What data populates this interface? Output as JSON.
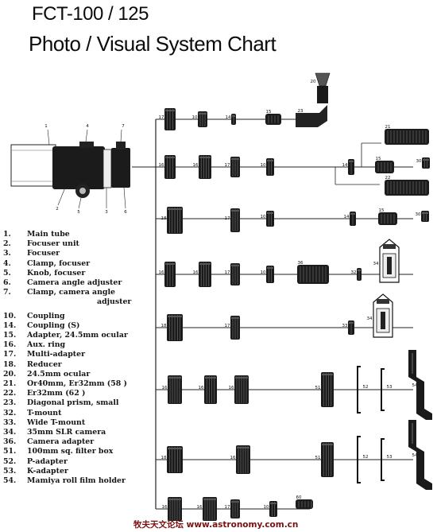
{
  "title_line1": "FCT-100 / 125",
  "title_line2": "Photo / Visual System Chart",
  "watermark": "牧夫天文论坛 www.astronomy.com.cn",
  "legend": [
    {
      "num": "1.",
      "text": "Main tube"
    },
    {
      "num": "2.",
      "text": "Focuser unit"
    },
    {
      "num": "3.",
      "text": "Focuser"
    },
    {
      "num": "4.",
      "text": "Clamp, focuser"
    },
    {
      "num": "5.",
      "text": "Knob, focuser"
    },
    {
      "num": "6.",
      "text": "Camera angle adjuster"
    },
    {
      "num": "7.",
      "text": "Clamp, camera angle"
    },
    {
      "num": "",
      "text": "adjuster",
      "cont": true
    },
    {
      "num": "10.",
      "text": "Coupling",
      "gap": true
    },
    {
      "num": "14.",
      "text": "Coupling (S)"
    },
    {
      "num": "15.",
      "text": "Adapter, 24.5mm ocular"
    },
    {
      "num": "16.",
      "text": "Aux. ring"
    },
    {
      "num": "17.",
      "text": "Multi-adapter"
    },
    {
      "num": "18.",
      "text": "Reducer"
    },
    {
      "num": "20.",
      "text": "24.5mm ocular"
    },
    {
      "num": "21.",
      "text": "Or40mm, Er32mm (58 )"
    },
    {
      "num": "22.",
      "text": "Er32mm (62 )"
    },
    {
      "num": "23.",
      "text": "Diagonal prism, small"
    },
    {
      "num": "32.",
      "text": "T-mount"
    },
    {
      "num": "33.",
      "text": "Wide T-mount"
    },
    {
      "num": "34.",
      "text": "35mm SLR camera"
    },
    {
      "num": "36.",
      "text": "Camera adapter"
    },
    {
      "num": "51.",
      "text": "100mm sq. filter box"
    },
    {
      "num": "52.",
      "text": "P-adapter"
    },
    {
      "num": "53.",
      "text": "K-adapter"
    },
    {
      "num": "54.",
      "text": "Mamiya roll film holder"
    }
  ],
  "callouts": {
    "scope": [
      "1",
      "4",
      "7",
      "2",
      "5",
      "3",
      "6"
    ],
    "row1": [
      "17",
      "10",
      "14",
      "15",
      "23",
      "20"
    ],
    "row2": [
      "16",
      "16",
      "17",
      "10",
      "14",
      "15",
      "30",
      "21",
      "22"
    ],
    "row3": [
      "18",
      "17",
      "10",
      "14",
      "15",
      "30"
    ],
    "row4": [
      "16",
      "16",
      "17",
      "10",
      "36",
      "32",
      "34"
    ],
    "row5": [
      "18",
      "17",
      "33",
      "34"
    ],
    "row6": [
      "16",
      "16",
      "16",
      "51",
      "52",
      "53",
      "54"
    ],
    "row7": [
      "18",
      "16",
      "51",
      "52",
      "53",
      "54"
    ],
    "row8": [
      "16",
      "16",
      "17",
      "10",
      "60"
    ]
  }
}
